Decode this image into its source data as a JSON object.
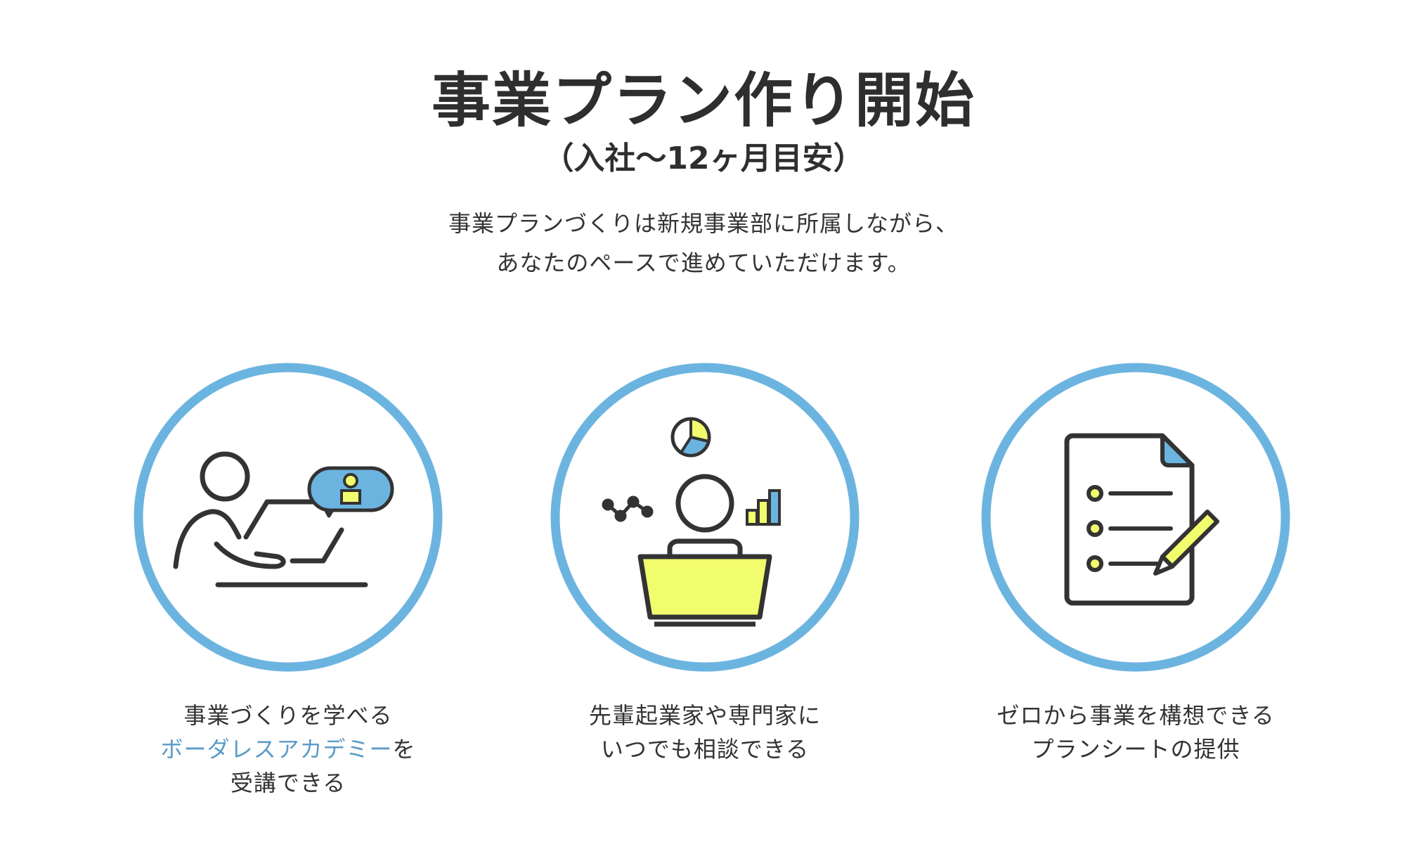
{
  "header": {
    "title": "事業プラン作り開始",
    "subtitle": "（入社〜12ヶ月目安）",
    "lead_line1": "事業プランづくりは新規事業部に所属しながら、",
    "lead_line2": "あなたのペースで進めていただけます。"
  },
  "colors": {
    "ring": "#6cb4e0",
    "yellow": "#f2fd6d",
    "blue": "#6cb4e0",
    "ink": "#333333",
    "accent_text": "#5b9bc6"
  },
  "features": [
    {
      "icon": "online-learning-icon",
      "line1": "事業づくりを学べる",
      "line2_accent": "ボーダレスアカデミー",
      "line2_rest": "を",
      "line3": "受講できる"
    },
    {
      "icon": "expert-consultation-icon",
      "line1": "先輩起業家や専門家に",
      "line2": "いつでも相談できる"
    },
    {
      "icon": "plan-sheet-icon",
      "line1": "ゼロから事業を構想できる",
      "line2": "プランシートの提供"
    }
  ]
}
